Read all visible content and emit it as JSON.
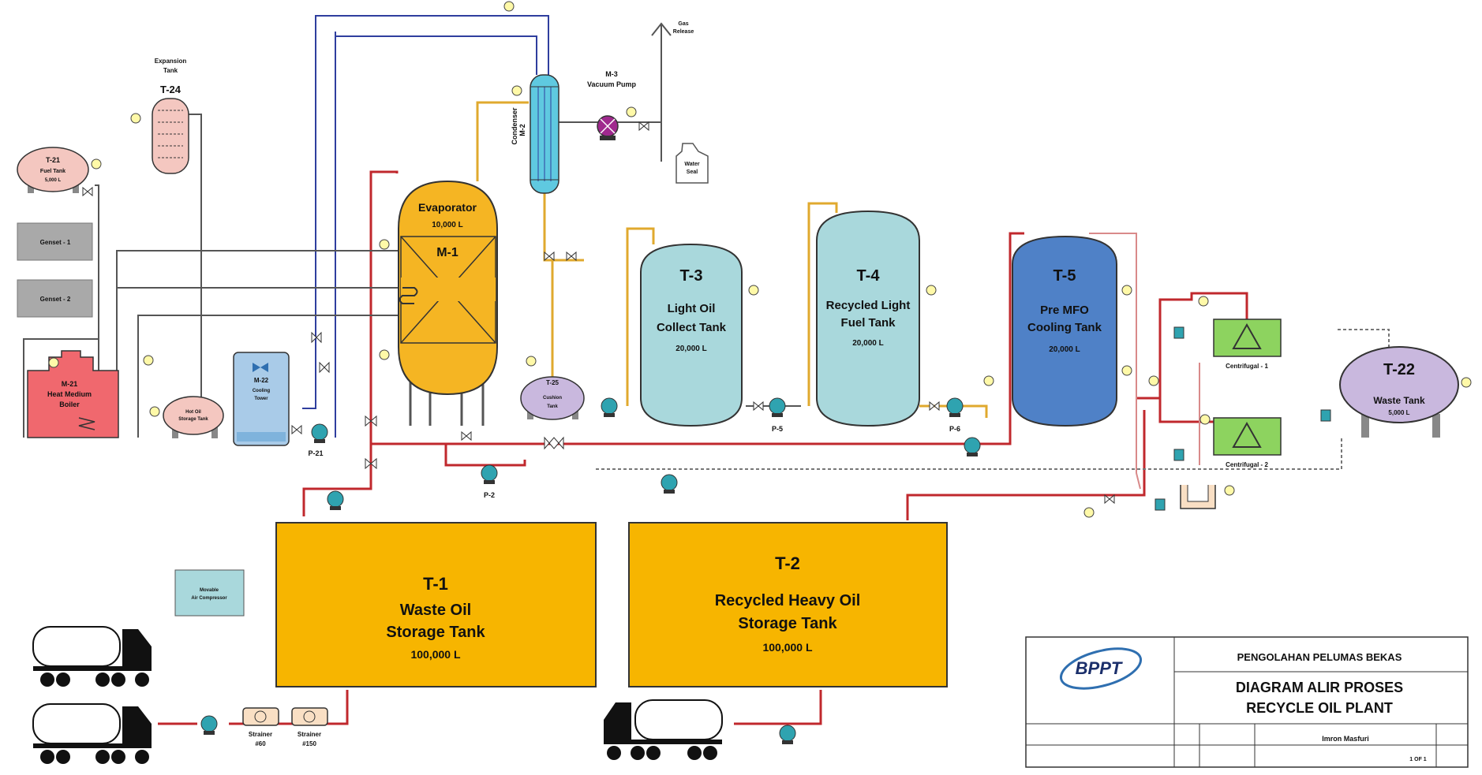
{
  "tanks": {
    "t1": {
      "id": "T-1",
      "name1": "Waste Oil",
      "name2": "Storage Tank",
      "cap": "100,000 L"
    },
    "t2": {
      "id": "T-2",
      "name1": "Recycled Heavy Oil",
      "name2": "Storage Tank",
      "cap": "100,000 L"
    },
    "t3": {
      "id": "T-3",
      "name1": "Light Oil",
      "name2": "Collect Tank",
      "cap": "20,000 L"
    },
    "t4": {
      "id": "T-4",
      "name1": "Recycled Light",
      "name2": "Fuel Tank",
      "cap": "20,000 L"
    },
    "t5": {
      "id": "T-5",
      "name1": "Pre MFO",
      "name2": "Cooling Tank",
      "cap": "20,000 L"
    },
    "t22": {
      "id": "T-22",
      "name1": "Waste Tank",
      "cap": "5,000 L"
    },
    "t21": {
      "id": "T-21",
      "name1": "Fuel Tank",
      "cap": "5,000 L"
    },
    "t24": {
      "id": "T-24",
      "top1": "Expansion",
      "top2": "Tank"
    },
    "t25": {
      "id": "T-25",
      "name1": "Cushion",
      "name2": "Tank"
    }
  },
  "evaporator": {
    "title": "Evaporator",
    "cap": "10,000 L",
    "id": "M-1"
  },
  "condenser": {
    "name": "Condenser",
    "id": "M-2"
  },
  "vacuum": {
    "id": "M-3",
    "name": "Vacuum Pump"
  },
  "gas_release": {
    "line1": "Gas",
    "line2": "Release"
  },
  "water_seal": {
    "line1": "Water",
    "line2": "Seal"
  },
  "boiler": {
    "id": "M-21",
    "line1": "Heat Medium",
    "line2": "Boiler"
  },
  "cooling_tower": {
    "id": "M-22",
    "line1": "Cooling",
    "line2": "Tower"
  },
  "hot_oil": {
    "line1": "Hot Oil",
    "line2": "Storage Tank"
  },
  "genset1": "Genset - 1",
  "genset2": "Genset - 2",
  "compressor": {
    "line1": "Movable",
    "line2": "Air Compressor"
  },
  "centrifugal1": "Centrifugal - 1",
  "centrifugal2": "Centrifugal - 2",
  "strainer60": {
    "line1": "Strainer",
    "line2": "#60"
  },
  "strainer150": {
    "line1": "Strainer",
    "line2": "#150"
  },
  "pumps": {
    "p2": "P-2",
    "p5": "P-5",
    "p6": "P-6",
    "p21": "P-21"
  },
  "title_block": {
    "logo": "BPPT",
    "project": "PENGOLAHAN PELUMAS BEKAS",
    "title1": "DIAGRAM ALIR PROSES",
    "title2": "RECYCLE OIL PLANT",
    "drawn_by": "Imron Masfuri",
    "sheet": "1 OF 1"
  },
  "colors": {
    "storage_tank": "#f7b500",
    "evaporator": "#f5b523",
    "light_tank": "#a9d8dc",
    "mfo_tank": "#4f81c7",
    "waste_tank": "#c9b8de",
    "boiler": "#f0686e",
    "centrifugal": "#8dd35f",
    "condenser": "#5fc9e0",
    "vacuum_pump": "#a0298e"
  }
}
